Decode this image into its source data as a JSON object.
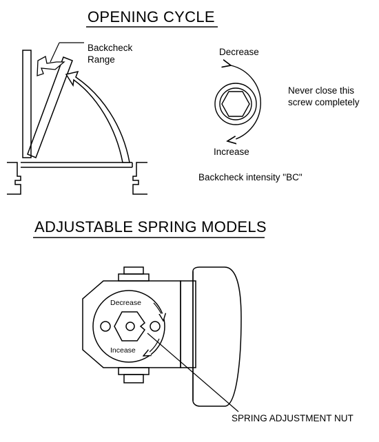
{
  "opening_cycle": {
    "title": "OPENING CYCLE",
    "backcheck_range_line1": "Backcheck",
    "backcheck_range_line2": "Range",
    "decrease": "Decrease",
    "increase": "Increase",
    "warning_line1": "Never close this",
    "warning_line2": "screw completely",
    "intensity_label": "Backcheck intensity \"BC\""
  },
  "spring_models": {
    "title": "ADJUSTABLE SPRING MODELS",
    "decrease": "Decrease",
    "increase": "Incease",
    "nut_label": "SPRING ADJUSTMENT NUT"
  }
}
